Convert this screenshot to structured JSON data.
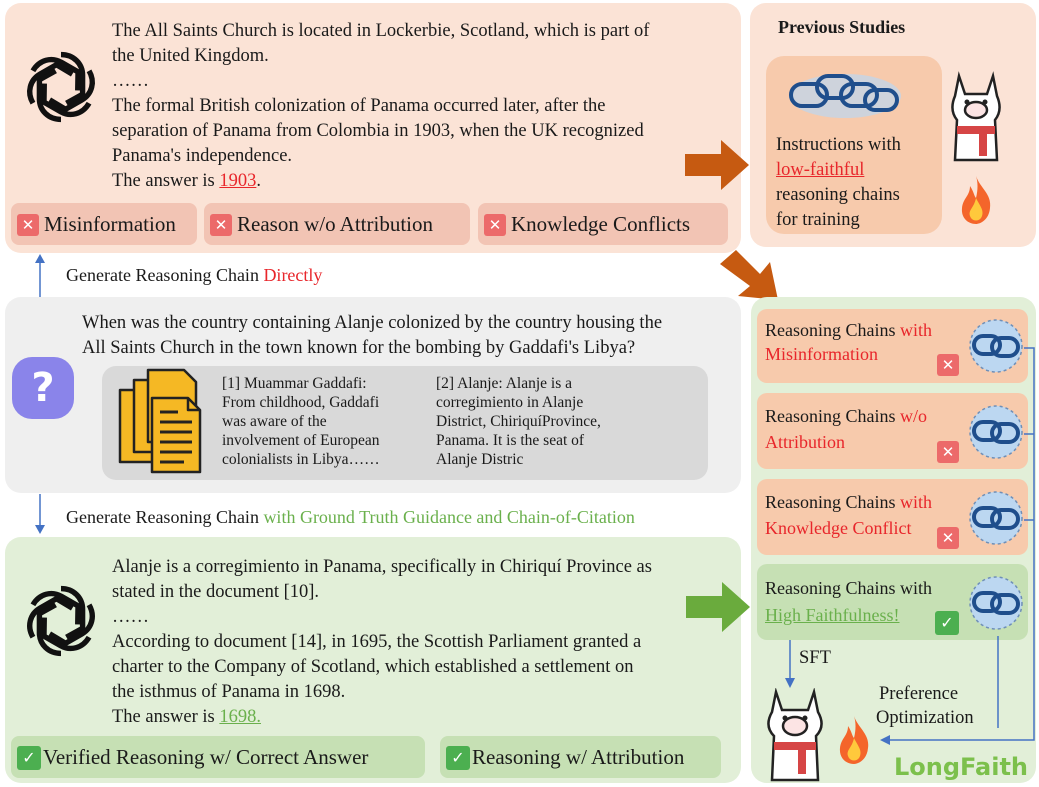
{
  "top_panel": {
    "line1": "The All Saints Church is located in Lockerbie, Scotland, which is part of",
    "line2": "the United Kingdom.",
    "ellipsis": "……",
    "line3": "The formal British colonization of Panama occurred later, after the",
    "line4": "separation of Panama from Colombia in 1903, when the UK recognized",
    "line5": "Panama's independence.",
    "answer_prefix": "The answer is ",
    "answer": "1903",
    "answer_suffix": ".",
    "tags": [
      "Misinformation",
      "Reason w/o Attribution",
      "Knowledge Conflicts"
    ]
  },
  "arrow_up_label": {
    "prefix": "Generate Reasoning Chain ",
    "highlight": "Directly"
  },
  "question_panel": {
    "question_line1": "When was the country containing Alanje colonized by the country housing the",
    "question_line2": "All Saints Church in the town known for the bombing by Gaddafi's Libya?",
    "doc1": [
      "[1] Muammar Gaddafi:",
      "From childhood, Gaddafi",
      "was aware of the",
      "involvement of European",
      "colonialists in Libya……"
    ],
    "doc2": [
      "[2] Alanje: Alanje is a",
      "corregimiento in Alanje",
      "District, ChiriquíProvince,",
      "Panama. It is the seat of",
      "Alanje Distric"
    ]
  },
  "arrow_down_label": {
    "prefix": "Generate Reasoning Chain ",
    "highlight": "with Ground Truth Guidance and Chain-of-Citation"
  },
  "bottom_panel": {
    "line1": "Alanje is a corregimiento in Panama, specifically in Chiriquí Province as",
    "line2": "stated in the document [10].",
    "ellipsis": "……",
    "line3": "According to document [14], in 1695, the Scottish Parliament granted a",
    "line4": "charter to the Company of Scotland, which established a settlement on",
    "line5": "the isthmus of Panama in 1698.",
    "answer_prefix": "The answer is ",
    "answer": "1698.",
    "tags": [
      "Verified Reasoning w/ Correct Answer",
      "Reasoning w/ Attribution"
    ]
  },
  "previous_studies": {
    "title": "Previous Studies",
    "line1": "Instructions with",
    "line2": "low-faithful",
    "line3": "reasoning chains",
    "line4": "for training"
  },
  "right_panel": {
    "card1": {
      "plain": "Reasoning Chains ",
      "colored1": "with",
      "colored2": "Misinformation"
    },
    "card2": {
      "plain": "Reasoning Chains ",
      "colored1": "w/o",
      "colored2": "Attribution"
    },
    "card3": {
      "plain": "Reasoning Chains ",
      "colored1": "with",
      "colored2": "Knowledge Conflict"
    },
    "card4": {
      "plain": "Reasoning Chains with",
      "colored2": "High Faithfulness!"
    },
    "sft": "SFT",
    "pref1": "Preference",
    "pref2": "Optimization",
    "brand": "LongFaith"
  },
  "colors": {
    "red": "#e8262b",
    "green": "#6ab04c",
    "orange_arrow": "#c65a11",
    "green_arrow": "#6aab3d"
  }
}
